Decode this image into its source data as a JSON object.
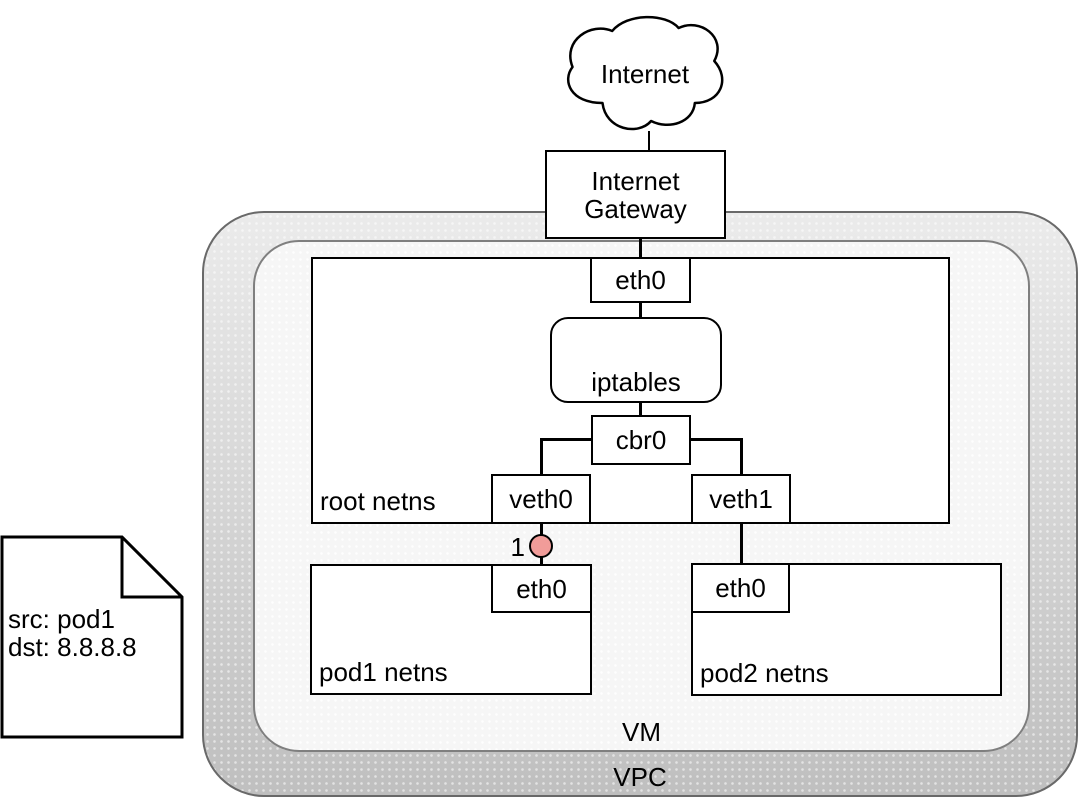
{
  "colors": {
    "canvas_bg": "#ffffff",
    "edge": "#000000",
    "node_fill": "#ffffff",
    "node_border": "#000000",
    "vpc_top": "#ebebeb",
    "vpc_bottom": "#bfbfbf",
    "vpc_border": "#696969",
    "vm_fill": "#f6f6f6",
    "vm_border": "#7f7f7f",
    "marker_fill": "#f19c99"
  },
  "cloud": {
    "label": "Internet"
  },
  "gateway": {
    "line1": "Internet",
    "line2": "Gateway"
  },
  "vpc": {
    "label": "VPC"
  },
  "vm": {
    "label": "VM"
  },
  "root_netns": {
    "label": "root netns",
    "eth0": "eth0",
    "iptables": "iptables",
    "cbr0": "cbr0",
    "veth0": "veth0",
    "veth1": "veth1"
  },
  "pod1": {
    "label": "pod1 netns",
    "eth0": "eth0"
  },
  "pod2": {
    "label": "pod2 netns",
    "eth0": "eth0"
  },
  "packet_note": {
    "line1": "src: pod1",
    "line2": "dst: 8.8.8.8"
  },
  "marker": {
    "label": "1"
  }
}
